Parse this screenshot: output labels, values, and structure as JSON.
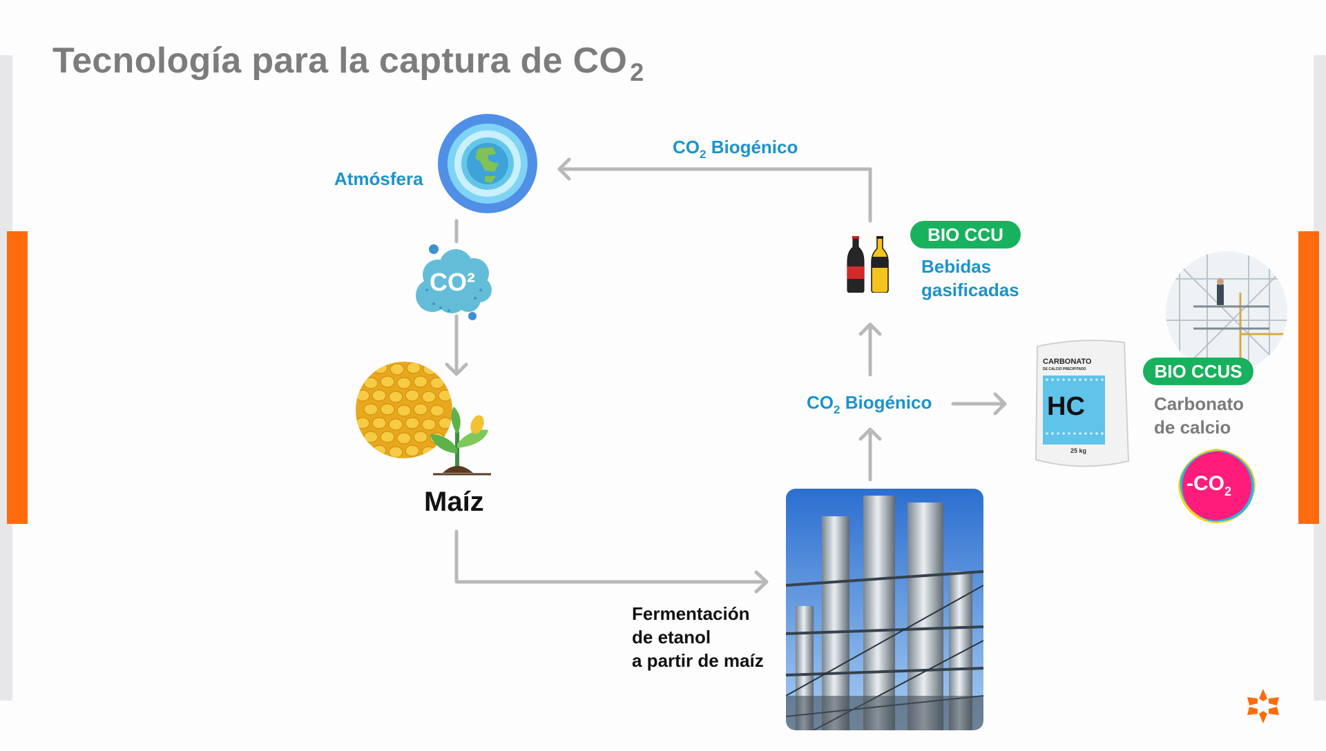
{
  "title": {
    "main": "Tecnología para la captura de CO",
    "sub": "2"
  },
  "atmosfera": {
    "label": "Atmósfera"
  },
  "co2_cloud": {
    "text": "CO²"
  },
  "maiz": {
    "label": "Maíz"
  },
  "co2_biogenico_top": {
    "prefix": "CO",
    "sub": "2",
    "suffix": " Biogénico"
  },
  "co2_biogenico_mid": {
    "prefix": "CO",
    "sub": "2",
    "suffix": " Biogénico"
  },
  "bio_ccu": {
    "badge": "BIO CCU",
    "line1": "Bebidas",
    "line2": "gasificadas"
  },
  "bio_ccus": {
    "badge": "BIO CCUS",
    "line1": "Carbonato",
    "line2": "de calcio"
  },
  "fermentacion": {
    "line1": "Fermentación",
    "line2": "de etanol",
    "line3": "a partir de maíz"
  },
  "bag": {
    "brand1": "CARBONATO",
    "brand2": "DE CALCIO PRECIPITADO",
    "logo": "HC",
    "weight": "25 kg"
  },
  "minus_co2": {
    "prefix": "-CO",
    "sub": "2"
  },
  "colors": {
    "accent_orange": "#ff6a0d",
    "label_blue": "#1a93cc",
    "badge_green": "#18b15d",
    "minus_co2_pink": "#ff1c7a"
  },
  "icons": {
    "globe": "globe-icon",
    "cloud": "co2-cloud-icon",
    "corn": "corn-icon",
    "plant": "plant-icon",
    "bottles": "bottles-icon",
    "refinery": "refinery-photo",
    "bag": "carbonate-bag",
    "factory": "factory-photo",
    "logo": "star-logo-icon"
  }
}
